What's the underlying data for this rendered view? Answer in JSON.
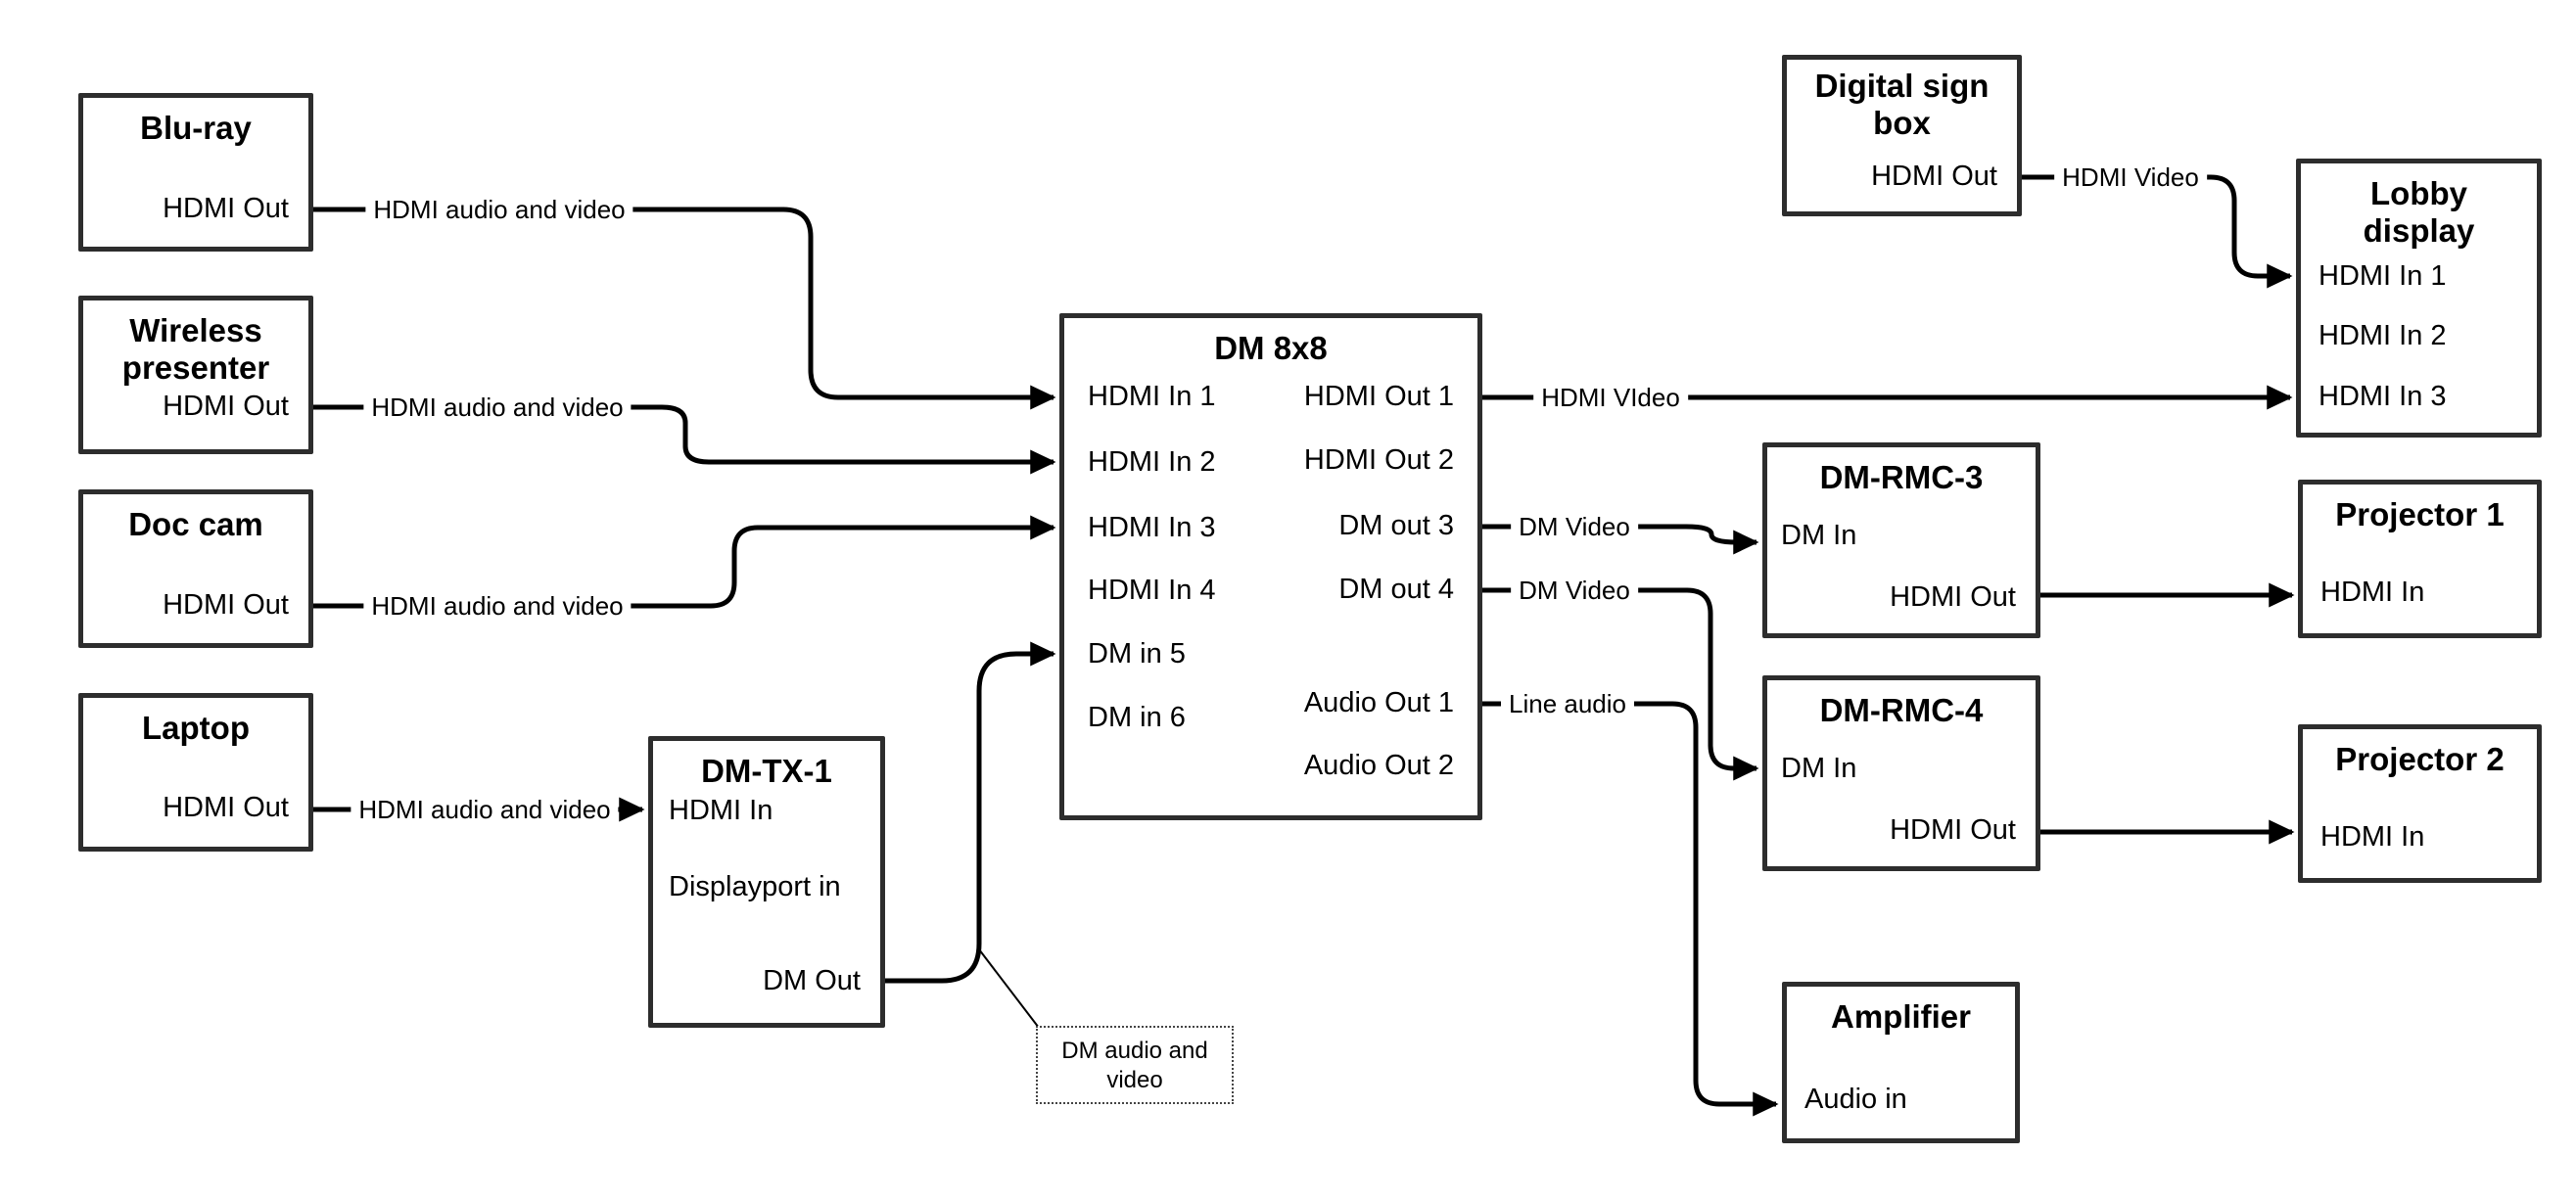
{
  "diagram": {
    "background": "#ffffff",
    "wire_color": "#000000",
    "box_border_color": "#2d2d2d"
  },
  "boxes": {
    "bluray": {
      "title": "Blu-ray",
      "hdmi_out": "HDMI Out"
    },
    "wireless_presenter": {
      "title": "Wireless\npresenter",
      "hdmi_out": "HDMI Out"
    },
    "doc_cam": {
      "title": "Doc cam",
      "hdmi_out": "HDMI Out"
    },
    "laptop": {
      "title": "Laptop",
      "hdmi_out": "HDMI Out"
    },
    "dm_tx_1": {
      "title": "DM-TX-1",
      "hdmi_in": "HDMI In",
      "displayport_in": "Displayport in",
      "dm_out": "DM Out"
    },
    "dm_8x8": {
      "title": "DM 8x8",
      "in1": "HDMI In 1",
      "in2": "HDMI In 2",
      "in3": "HDMI In 3",
      "in4": "HDMI In 4",
      "in5": "DM in 5",
      "in6": "DM in 6",
      "out1": "HDMI Out 1",
      "out2": "HDMI Out 2",
      "out3": "DM out 3",
      "out4": "DM out 4",
      "aout1": "Audio Out 1",
      "aout2": "Audio Out 2"
    },
    "digital_sign_box": {
      "title": "Digital sign\nbox",
      "hdmi_out": "HDMI Out"
    },
    "lobby_display": {
      "title": "Lobby\ndisplay",
      "in1": "HDMI In 1",
      "in2": "HDMI In 2",
      "in3": "HDMI In 3"
    },
    "dm_rmc_3": {
      "title": "DM-RMC-3",
      "dm_in": "DM In",
      "hdmi_out": "HDMI Out"
    },
    "projector_1": {
      "title": "Projector 1",
      "hdmi_in": "HDMI In"
    },
    "dm_rmc_4": {
      "title": "DM-RMC-4",
      "dm_in": "DM In",
      "hdmi_out": "HDMI Out"
    },
    "projector_2": {
      "title": "Projector 2",
      "hdmi_in": "HDMI In"
    },
    "amplifier": {
      "title": "Amplifier",
      "audio_in": "Audio in"
    }
  },
  "wire_labels": {
    "bluray_wire": "HDMI audio and video",
    "wireless_wire": "HDMI audio and video",
    "doccam_wire": "HDMI audio and video",
    "laptop_wire": "HDMI audio and video",
    "hdmi_out1_wire": "HDMI VIdeo",
    "dm_out3_wire": "DM Video",
    "dm_out4_wire": "DM Video",
    "audio_out1_wire": "Line audio",
    "sign_wire": "HDMI Video",
    "callout": "DM audio and\nvideo"
  }
}
